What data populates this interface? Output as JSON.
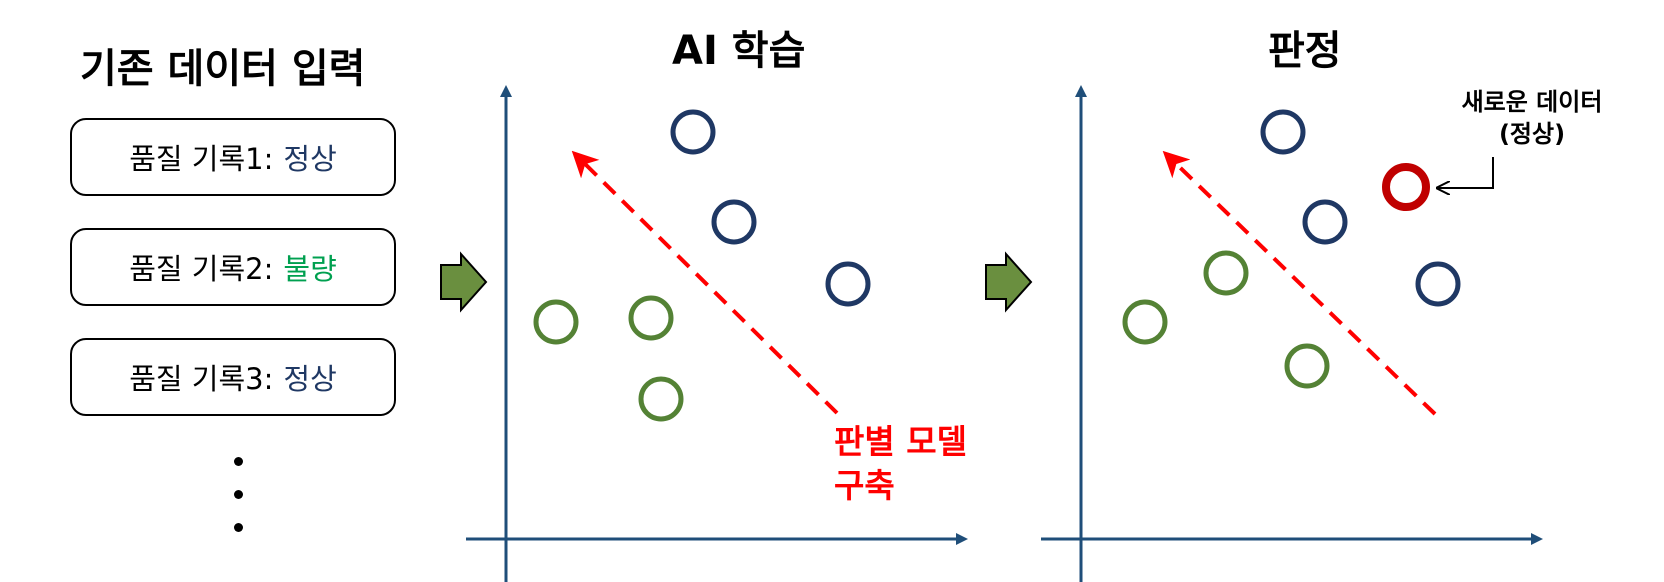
{
  "steps": {
    "input_title": "기존 데이터 입력",
    "learn_title": "AI 학습",
    "judge_title": "판정"
  },
  "records": [
    {
      "label": "품질 기록1:",
      "status": "정상",
      "status_type": "normal"
    },
    {
      "label": "품질 기록2:",
      "status": "불량",
      "status_type": "defect"
    },
    {
      "label": "품질 기록3:",
      "status": "정상",
      "status_type": "normal"
    }
  ],
  "learn_panel": {
    "model_label_line1": "판별 모델",
    "model_label_line2": "구축"
  },
  "judge_panel": {
    "new_data_line1": "새로운 데이터",
    "new_data_line2": "(정상)"
  },
  "colors": {
    "normal": "#1f3864",
    "defect": "#548235",
    "new_point": "#c00000",
    "model_line": "#ff0000",
    "axis": "#1f4e79",
    "arrow_fill": "#6a8f3f"
  }
}
